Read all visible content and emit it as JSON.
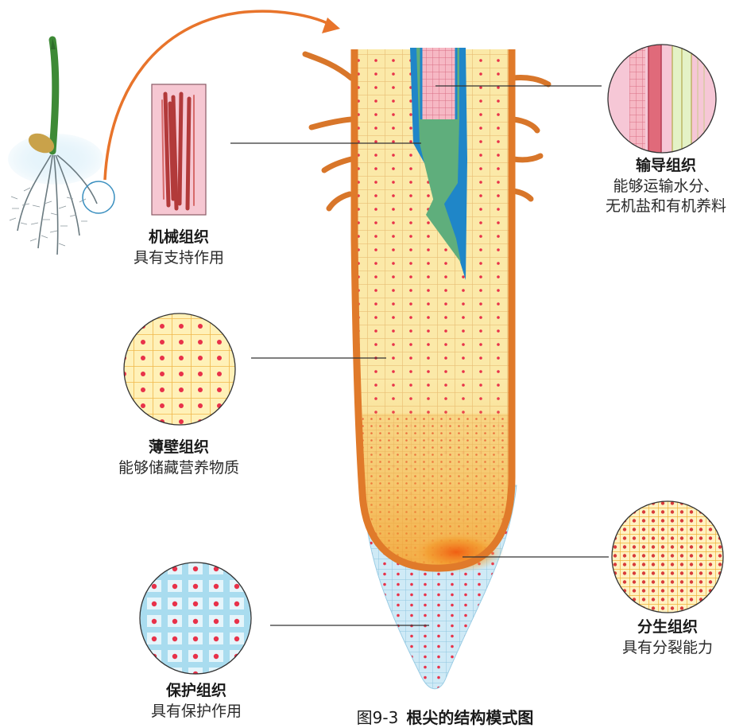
{
  "labels": {
    "mechanical": {
      "title": "机械组织",
      "desc": "具有支持作用"
    },
    "conductive": {
      "title": "输导组织",
      "desc_line1": "能够运输水分、",
      "desc_line2": "无机盐和有机养料"
    },
    "parenchyma": {
      "title": "薄壁组织",
      "desc": "能够储藏营养物质"
    },
    "meristem": {
      "title": "分生组织",
      "desc": "具有分裂能力"
    },
    "protective": {
      "title": "保护组织",
      "desc": "具有保护作用"
    }
  },
  "caption": {
    "number": "图9-3",
    "text": "根尖的结构模式图"
  },
  "colors": {
    "arrow": "#e8742b",
    "cortex": "#fbe9a8",
    "cell_wall": "#e8b96a",
    "nucleus": "#e8324a",
    "epidermis": "#e07a2a",
    "xylem": "#1f86c8",
    "phloem": "#5fae7c",
    "vessel": "#f2a4b4",
    "root_cap": "#bfe3f2",
    "meristem": "#f07a1e"
  }
}
